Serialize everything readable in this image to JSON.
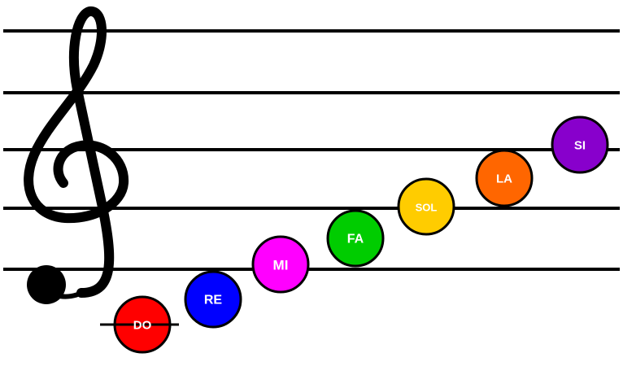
{
  "staff": {
    "line_color": "#000000",
    "line_count": 5
  },
  "clef": {
    "icon": "treble-clef-icon",
    "color": "#000000"
  },
  "notes": [
    {
      "label": "DO",
      "color": "#ff0000",
      "ledger_line": true
    },
    {
      "label": "RE",
      "color": "#0000ff",
      "ledger_line": false
    },
    {
      "label": "MI",
      "color": "#ff00ff",
      "ledger_line": false
    },
    {
      "label": "FA",
      "color": "#00cc00",
      "ledger_line": false
    },
    {
      "label": "SOL",
      "color": "#ffcc00",
      "ledger_line": false
    },
    {
      "label": "LA",
      "color": "#ff6600",
      "ledger_line": false
    },
    {
      "label": "SI",
      "color": "#8800cc",
      "ledger_line": false
    }
  ]
}
